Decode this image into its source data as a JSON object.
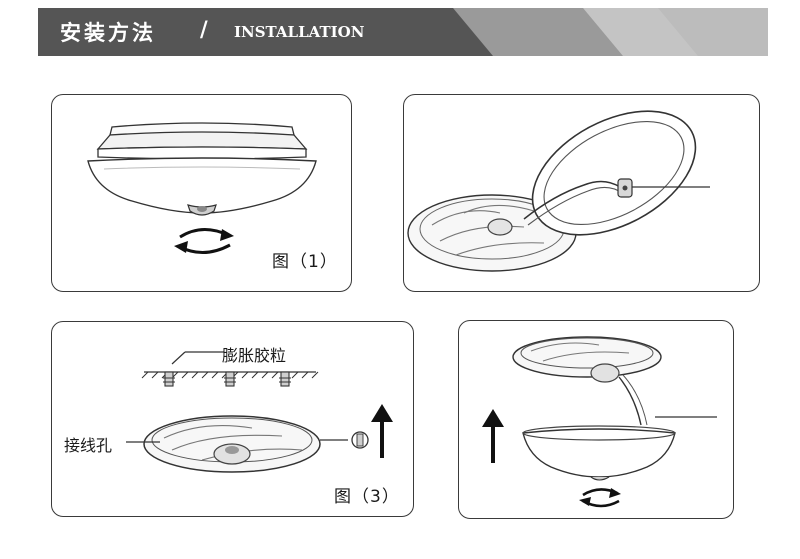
{
  "header": {
    "title_cn": "安装方法",
    "title_en": "INSTALLATION",
    "separator": "/",
    "colors": {
      "banner_dark": "#555555",
      "banner_mid": "#9a9a9a",
      "banner_light": "#c9c9c9"
    }
  },
  "panels": [
    {
      "caption": "图（1）",
      "icon": "rotate-arrow-icon"
    },
    {
      "caption": "",
      "icon": "wire-connector-icon"
    },
    {
      "caption": "图（3）",
      "labels": {
        "anchor": "膨胀胶粒",
        "wire_hole": "接线孔"
      },
      "icon": "screw-icon"
    },
    {
      "caption": "",
      "icon": "up-arrow-icon"
    }
  ]
}
